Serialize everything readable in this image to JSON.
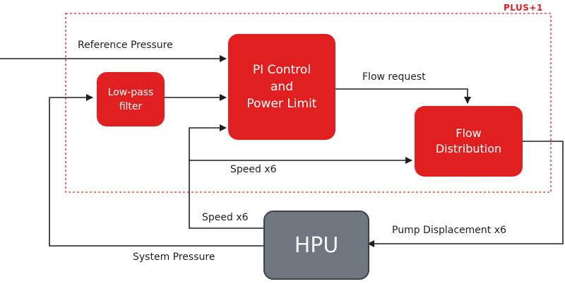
{
  "group_label": "PLUS+1",
  "colors": {
    "block_red": "#e02020",
    "hpu_gray": "#6f767d",
    "group_border": "#e02020",
    "line": "#1f1f1f"
  },
  "blocks": {
    "pi_control": "PI Control\nand\nPower Limit",
    "low_pass": "Low-pass\nfilter",
    "flow_distribution": "Flow\nDistribution",
    "hpu": "HPU"
  },
  "signals": {
    "reference_pressure": "Reference Pressure",
    "flow_request": "Flow request",
    "speed_upper": "Speed x6",
    "speed_lower": "Speed x6",
    "pump_displacement": "Pump Displacement x6",
    "system_pressure": "System Pressure"
  }
}
